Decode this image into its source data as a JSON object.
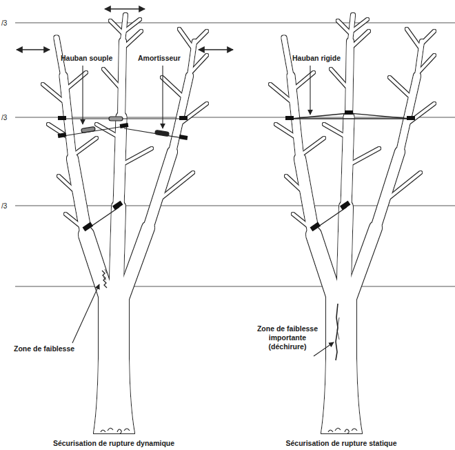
{
  "diagram": {
    "labels": [
      "/3",
      "/3",
      "/3",
      "Hauban souple",
      "Amortisseur",
      "Zone de faiblesse",
      "Hauban rigide",
      "Zone de faiblesse importante (déchirure)",
      "Sécurisation de rupture dynamique",
      "Sécurisation de rupture statique"
    ]
  }
}
